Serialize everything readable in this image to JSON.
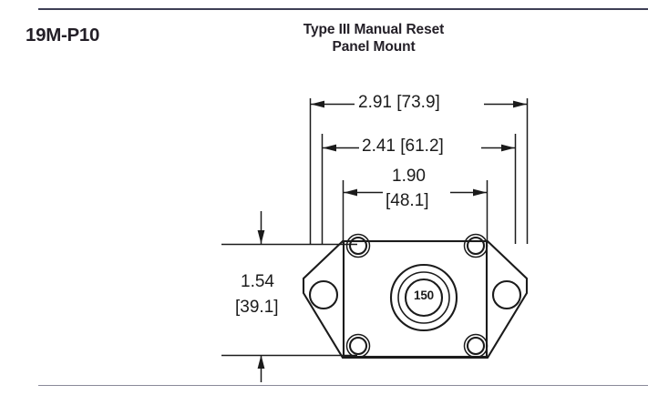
{
  "document": {
    "part_number": "19M-P10",
    "title_line1": "Type III Manual Reset",
    "title_line2": "Panel Mount"
  },
  "drawing": {
    "bore_label": "150",
    "dimensions": {
      "overall_width": "2.91 [73.9]",
      "mounting_hole_span": "2.41 [61.2]",
      "body_width_in": "1.90",
      "body_width_mm": "[48.1]",
      "height_in": "1.54",
      "height_mm": "[39.1]"
    },
    "colors": {
      "line": "#1b1b1b",
      "rule_top": "#3e3f55",
      "rule_bottom": "#8a8a99",
      "text": "#231f27",
      "background": "#ffffff"
    }
  }
}
